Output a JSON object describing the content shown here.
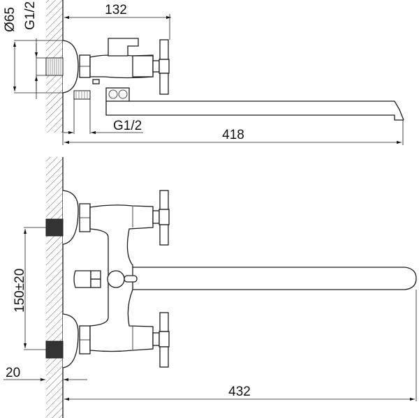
{
  "title": "Wall-mounted bath mixer dimension drawing",
  "dimensions": {
    "top_depth": "132",
    "flange_diameter": "Ø65",
    "inlet_thread_side": "G1/2",
    "outlet_thread": "G1/2",
    "top_spout_reach": "418",
    "inlet_spacing": "150±20",
    "wall_offset": "20",
    "front_spout_reach": "432"
  }
}
